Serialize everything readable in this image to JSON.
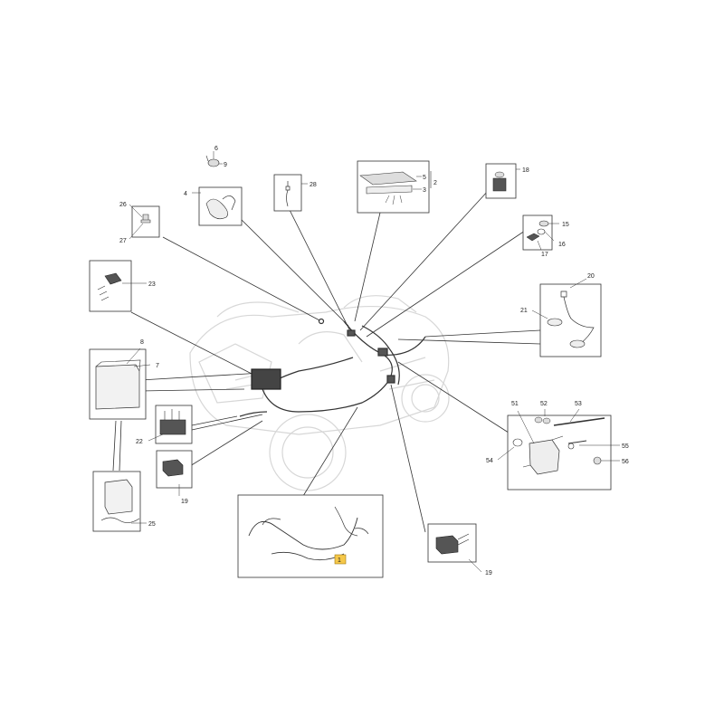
{
  "labels": {
    "p1": "1",
    "p2": "2",
    "p3": "3",
    "p4": "4",
    "p5": "5",
    "p6": "6",
    "p7": "7",
    "p8": "8",
    "p9": "9",
    "p15": "15",
    "p16": "16",
    "p17": "17",
    "p18": "18",
    "p19a": "19",
    "p19b": "19",
    "p20": "20",
    "p21": "21",
    "p22": "22",
    "p23": "23",
    "p25": "25",
    "p26": "26",
    "p27": "27",
    "p28": "28",
    "p51": "51",
    "p52": "52",
    "p53": "53",
    "p54": "54",
    "p55": "55",
    "p56": "56"
  },
  "colors": {
    "line": "#333333",
    "ghost": "#d7d7d7",
    "highlight": "#f5c84a"
  },
  "highlighted_part": "1"
}
